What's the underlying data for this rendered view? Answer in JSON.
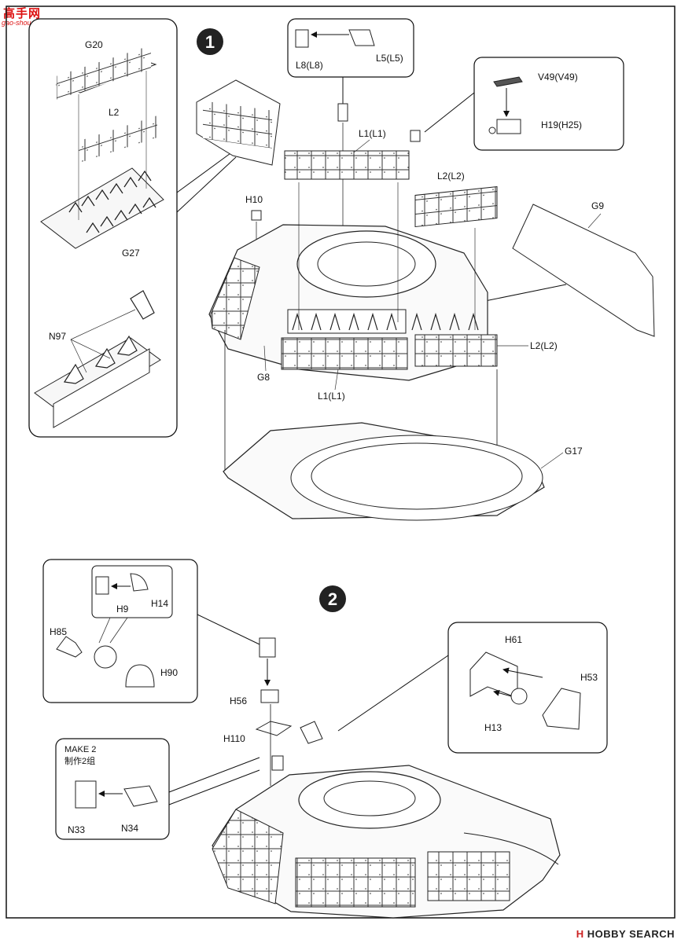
{
  "watermark": {
    "cn": "高手网",
    "sub": "gao-shou.com"
  },
  "footer": {
    "mark": "H",
    "brand": "HOBBY SEARCH"
  },
  "step1": {
    "number": "1",
    "inset_left": {
      "g20": "G20",
      "l2": "L2",
      "g27": "G27",
      "n97": "N97"
    },
    "inset_top": {
      "l8": "L8(L8)",
      "l5": "L5(L5)"
    },
    "inset_right": {
      "v49": "V49(V49)",
      "h19": "H19(H25)"
    },
    "labels": {
      "l1_top": "L1(L1)",
      "l2_top": "L2(L2)",
      "h10": "H10",
      "g9": "G9",
      "l2_right": "L2(L2)",
      "g8": "G8",
      "l1_bottom": "L1(L1)",
      "g17": "G17"
    }
  },
  "step2": {
    "number": "2",
    "inset_left": {
      "h14": "H14",
      "h9": "H9",
      "h85": "H85",
      "h90": "H90"
    },
    "inset_right": {
      "h61": "H61",
      "h53": "H53",
      "h13": "H13"
    },
    "inset_make": {
      "make": "MAKE 2",
      "make_cn": "制作2组",
      "n33": "N33",
      "n34": "N34"
    },
    "labels": {
      "h56": "H56",
      "h110": "H110"
    }
  }
}
